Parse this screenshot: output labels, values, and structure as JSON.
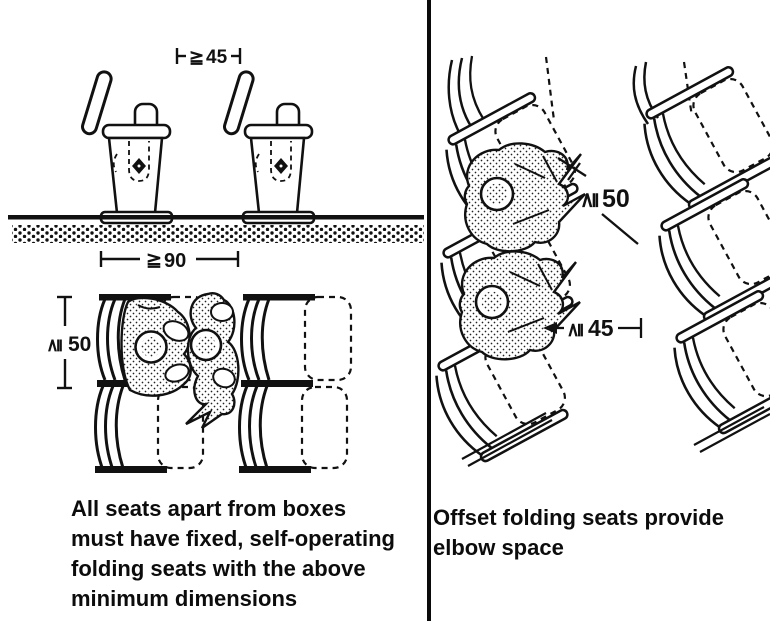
{
  "ink_color": "#111111",
  "left_panel": {
    "side_view": {
      "seat_width_dim": {
        "symbol": "≧",
        "value": "45"
      }
    },
    "plan_view": {
      "row_spacing_dim": {
        "symbol": "≧",
        "value": "90"
      },
      "seat_depth_dim": {
        "symbol": "≧",
        "value": "50"
      }
    },
    "caption_lines": [
      "All seats apart from boxes",
      "must have fixed, self-operating",
      "folding seats with the above",
      "minimum dimensions"
    ]
  },
  "right_panel": {
    "back_spacing_dim": {
      "symbol": "≧",
      "value": "50"
    },
    "elbow_space_dim": {
      "symbol": "≧",
      "value": "45"
    },
    "caption_lines": [
      "Offset folding seats provide",
      "elbow space"
    ]
  }
}
